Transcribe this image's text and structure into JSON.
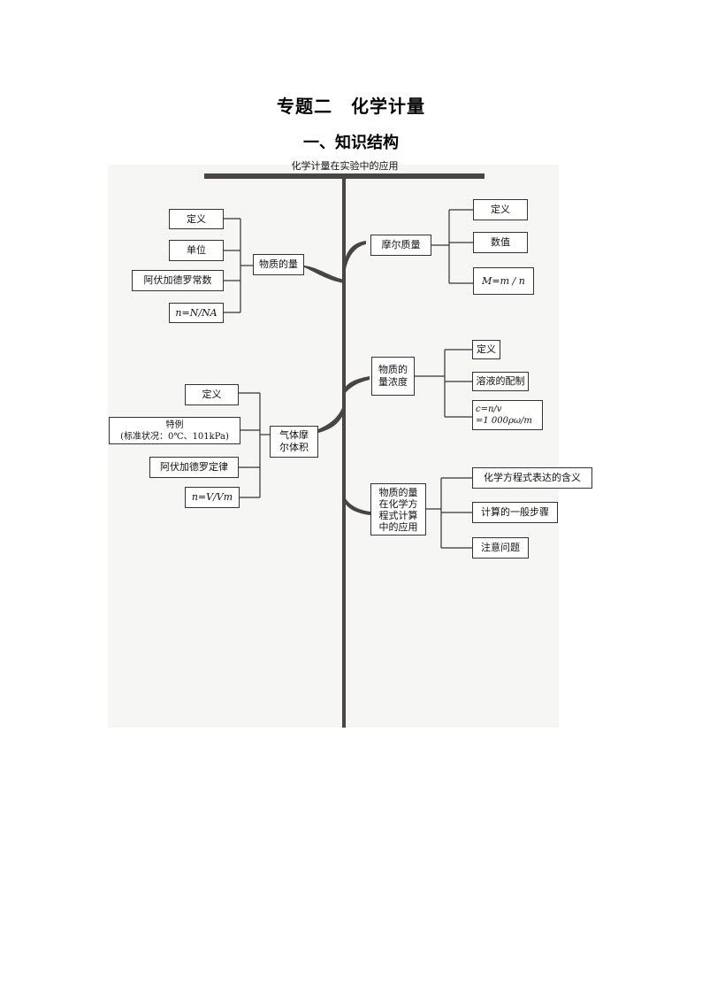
{
  "header": {
    "title": "专题二　化学计量",
    "section": "一、知识结构"
  },
  "diagram": {
    "top_label": "化学计量在实验中的应用",
    "amount_of_substance": {
      "label": "物质的量",
      "items": [
        "定义",
        "单位",
        "阿伏加德罗常数",
        "n=N/NA"
      ]
    },
    "molar_mass": {
      "label": "摩尔质量",
      "items": [
        "定义",
        "数值",
        "M=m / n"
      ]
    },
    "concentration": {
      "label": "物质的\n量浓度",
      "items": [
        "定义",
        "溶液的配制",
        "c=n/v\n=1 000ρω/m"
      ]
    },
    "molar_volume": {
      "label": "气体摩\n尔体积",
      "items": [
        "定义",
        "特例\n(标准状况：0℃、101kPa)",
        "阿伏加德罗定律",
        "n=V/Vm"
      ]
    },
    "equation_application": {
      "label": "物质的量\n在化学方\n程式计算\n中的应用",
      "items": [
        "化学方程式表达的含义",
        "计算的一般步骤",
        "注意问题"
      ]
    }
  },
  "colors": {
    "trunk": "#4a4545",
    "line": "#333333",
    "background_panel": "#f6f6f5"
  }
}
